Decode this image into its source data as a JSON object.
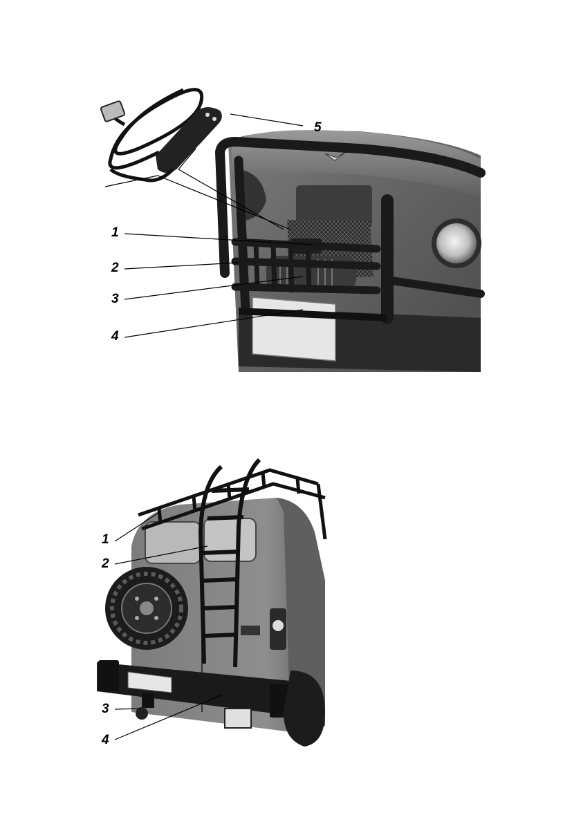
{
  "figures": [
    {
      "id": "front",
      "callouts": [
        "1",
        "2",
        "3",
        "4",
        "5"
      ]
    },
    {
      "id": "rear",
      "callouts": [
        "1",
        "2",
        "3",
        "4"
      ]
    }
  ]
}
